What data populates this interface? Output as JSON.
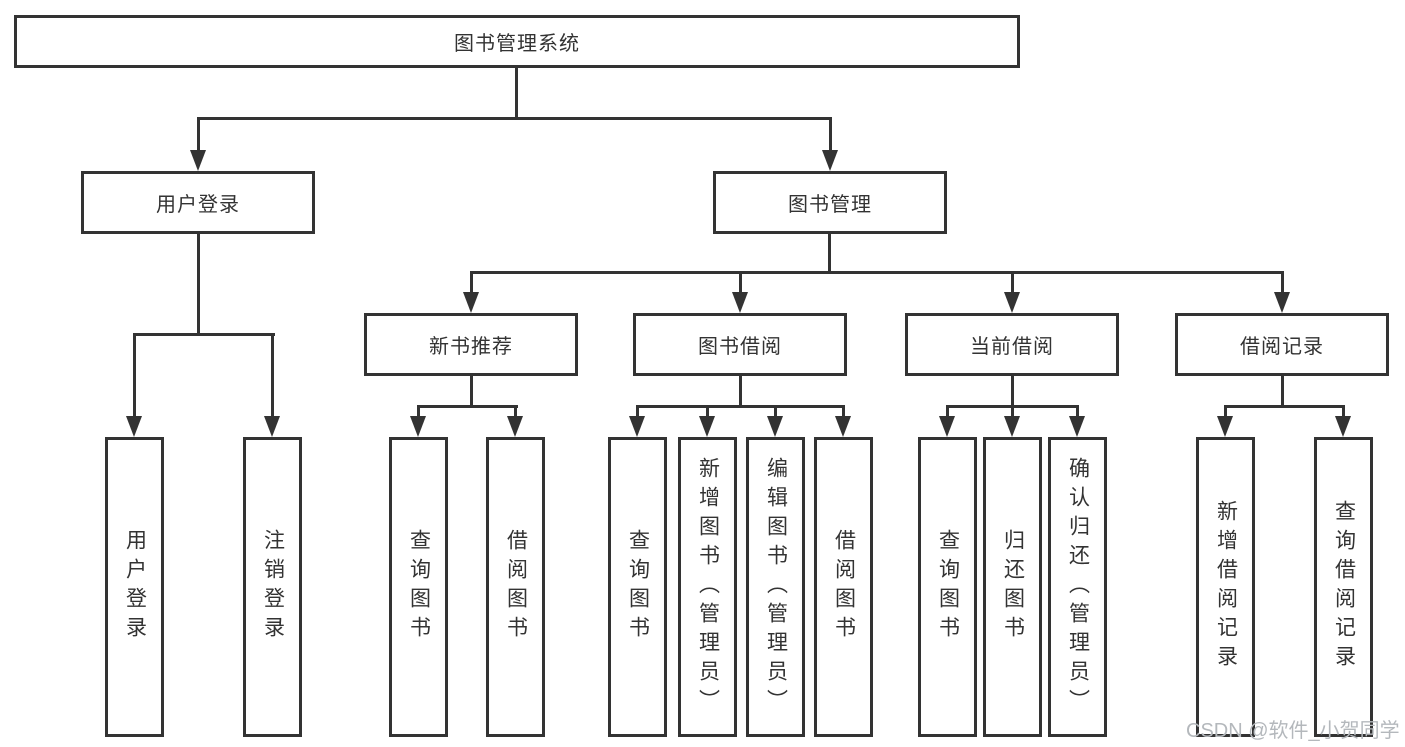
{
  "tree": {
    "root": {
      "label": "图书管理系统"
    },
    "branches": [
      {
        "label": "用户登录",
        "children": [
          {
            "label": "用户登录"
          },
          {
            "label": "注销登录"
          }
        ]
      },
      {
        "label": "图书管理",
        "children": [
          {
            "label": "新书推荐",
            "children": [
              {
                "label": "查询图书"
              },
              {
                "label": "借阅图书"
              }
            ]
          },
          {
            "label": "图书借阅",
            "children": [
              {
                "label": "查询图书"
              },
              {
                "label": "新增图书（管理员）"
              },
              {
                "label": "编辑图书（管理员）"
              },
              {
                "label": "借阅图书"
              }
            ]
          },
          {
            "label": "当前借阅",
            "children": [
              {
                "label": "查询图书"
              },
              {
                "label": "归还图书"
              },
              {
                "label": "确认归还（管理员）"
              }
            ]
          },
          {
            "label": "借阅记录",
            "children": [
              {
                "label": "新增借阅记录"
              },
              {
                "label": "查询借阅记录"
              }
            ]
          }
        ]
      }
    ]
  },
  "watermark": {
    "text": "CSDN @软件_小贺同学"
  },
  "colors": {
    "line": "#333333",
    "box_border": "#333333",
    "box_fill": "#ffffff",
    "text": "#333333",
    "watermark": "#b4b8bc"
  }
}
